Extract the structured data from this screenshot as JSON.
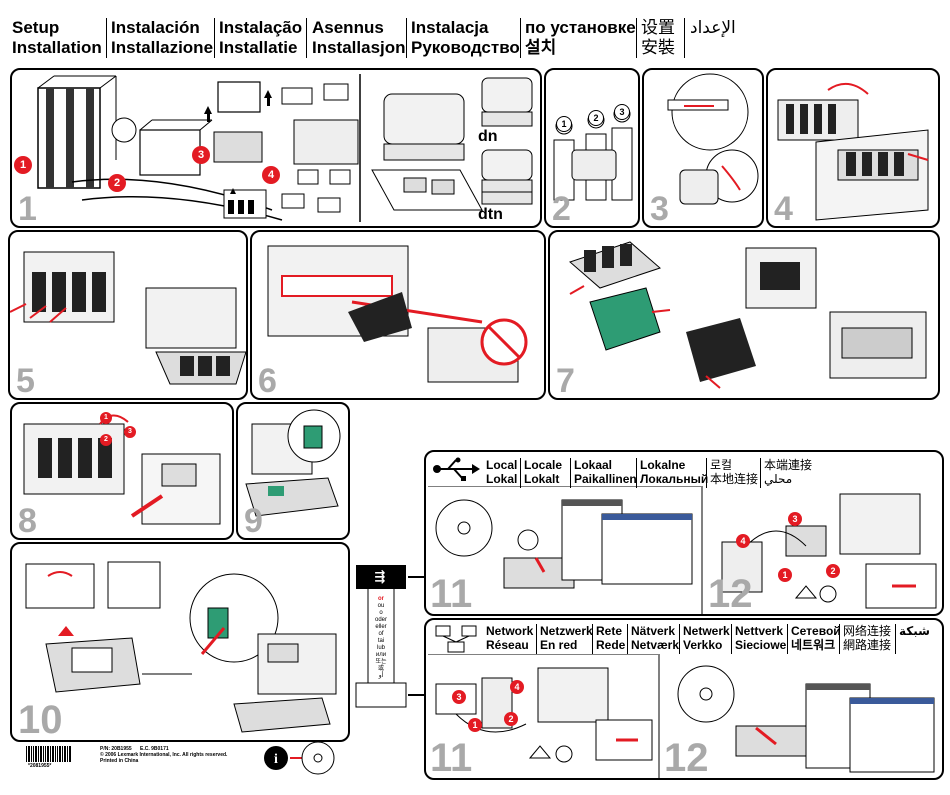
{
  "header": {
    "columns": [
      {
        "line1": "Setup",
        "line2": "Installation"
      },
      {
        "line1": "Instalación",
        "line2": "Installazione"
      },
      {
        "line1": "Instalação",
        "line2": "Installatie"
      },
      {
        "line1": "Asennus",
        "line2": "Installasjon"
      },
      {
        "line1": "Instalacja",
        "line2": "Руководство"
      },
      {
        "line1": "по установке",
        "line2": "설치"
      },
      {
        "line1": "设置",
        "line2": "安裝"
      },
      {
        "line1": "الإعداد",
        "line2": ""
      }
    ]
  },
  "steps": {
    "s1": "1",
    "s2": "2",
    "s3": "3",
    "s4": "4",
    "s5": "5",
    "s6": "6",
    "s7": "7",
    "s8": "8",
    "s9": "9",
    "s10": "10",
    "s11a": "11",
    "s12a": "12",
    "s11b": "11",
    "s12b": "12"
  },
  "step1": {
    "model_dn": "dn",
    "model_dtn": "dtn",
    "c1": "1",
    "c2": "2",
    "c3": "3",
    "c4": "4"
  },
  "step2": {
    "p1": "1",
    "p2": "2",
    "p3": "3"
  },
  "step8": {
    "c1": "1",
    "c2": "2",
    "c3": "3"
  },
  "local": {
    "columns": [
      {
        "line1": "Local",
        "line2": "Lokal"
      },
      {
        "line1": "Locale",
        "line2": "Lokalt"
      },
      {
        "line1": "Lokaal",
        "line2": "Paikallinen"
      },
      {
        "line1": "Lokalne",
        "line2": "Локальный"
      },
      {
        "line1": "로컬",
        "line2": "本地连接"
      },
      {
        "line1": "本端連接",
        "line2": "محلي"
      }
    ]
  },
  "network": {
    "columns": [
      {
        "line1": "Network",
        "line2": "Réseau"
      },
      {
        "line1": "Netzwerk",
        "line2": "En red"
      },
      {
        "line1": "Rete",
        "line2": "Rede"
      },
      {
        "line1": "Nätverk",
        "line2": "Netværk"
      },
      {
        "line1": "Netwerk",
        "line2": "Verkko"
      },
      {
        "line1": "Nettverk",
        "line2": "Sieciowe"
      },
      {
        "line1": "Сетевой",
        "line2": "네트워크"
      },
      {
        "line1": "网络连接",
        "line2": "網路連接"
      },
      {
        "line1": "شبكة",
        "line2": ""
      }
    ]
  },
  "or_words": [
    "or",
    "ou",
    "o",
    "oder",
    "eller",
    "of",
    "tai",
    "lub",
    "или",
    "또는",
    "或",
    "أو"
  ],
  "callouts12a": {
    "c1": "1",
    "c2": "2",
    "c3": "3",
    "c4": "4"
  },
  "callouts11b": {
    "c1": "1",
    "c2": "2",
    "c3": "3",
    "c4": "4"
  },
  "footer": {
    "barcode_number": "*2081955*",
    "pn": "P/N: 20B1955",
    "ec": "E.C. 9B0171",
    "copyright": "© 2006 Lexmark International, Inc. All rights reserved.",
    "printed": "Printed in China"
  },
  "colors": {
    "callout": "#e31b23",
    "stepnum": "#a9a9a9",
    "accent_green": "#2e9c74"
  }
}
